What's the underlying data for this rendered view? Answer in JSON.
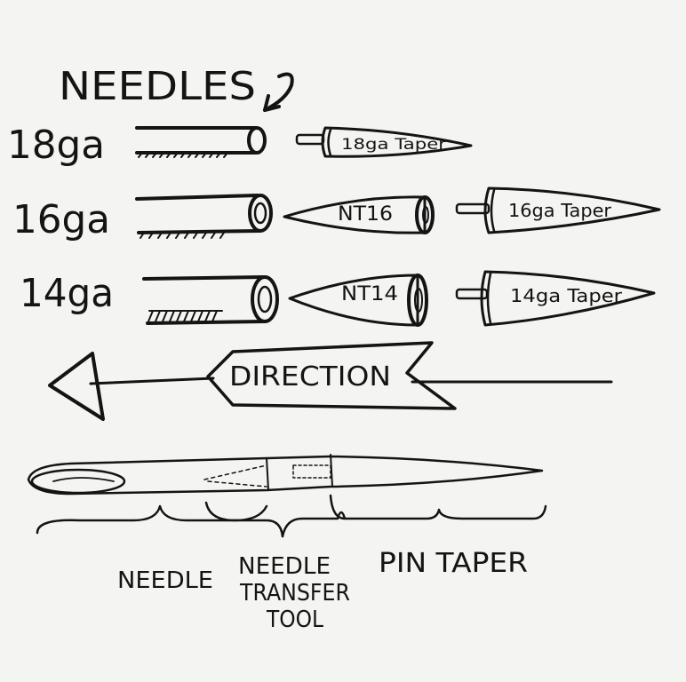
{
  "title": "NEEDLES",
  "rows": [
    {
      "gauge": "18ga",
      "transfer_tool": "",
      "taper": "18ga Taper"
    },
    {
      "gauge": "16ga",
      "transfer_tool": "NT16",
      "taper": "16ga Taper"
    },
    {
      "gauge": "14ga",
      "transfer_tool": "NT14",
      "taper": "14ga Taper"
    }
  ],
  "direction_label": "DIRECTION",
  "assembly_labels": {
    "needle": "NEEDLE",
    "transfer_tool_line1": "NEEDLE",
    "transfer_tool_line2": "TRANSFER",
    "transfer_tool_line3": "TOOL",
    "pin_taper": "PIN TAPER"
  },
  "colors": {
    "ink": "#141414",
    "board": "#f4f4f2"
  }
}
